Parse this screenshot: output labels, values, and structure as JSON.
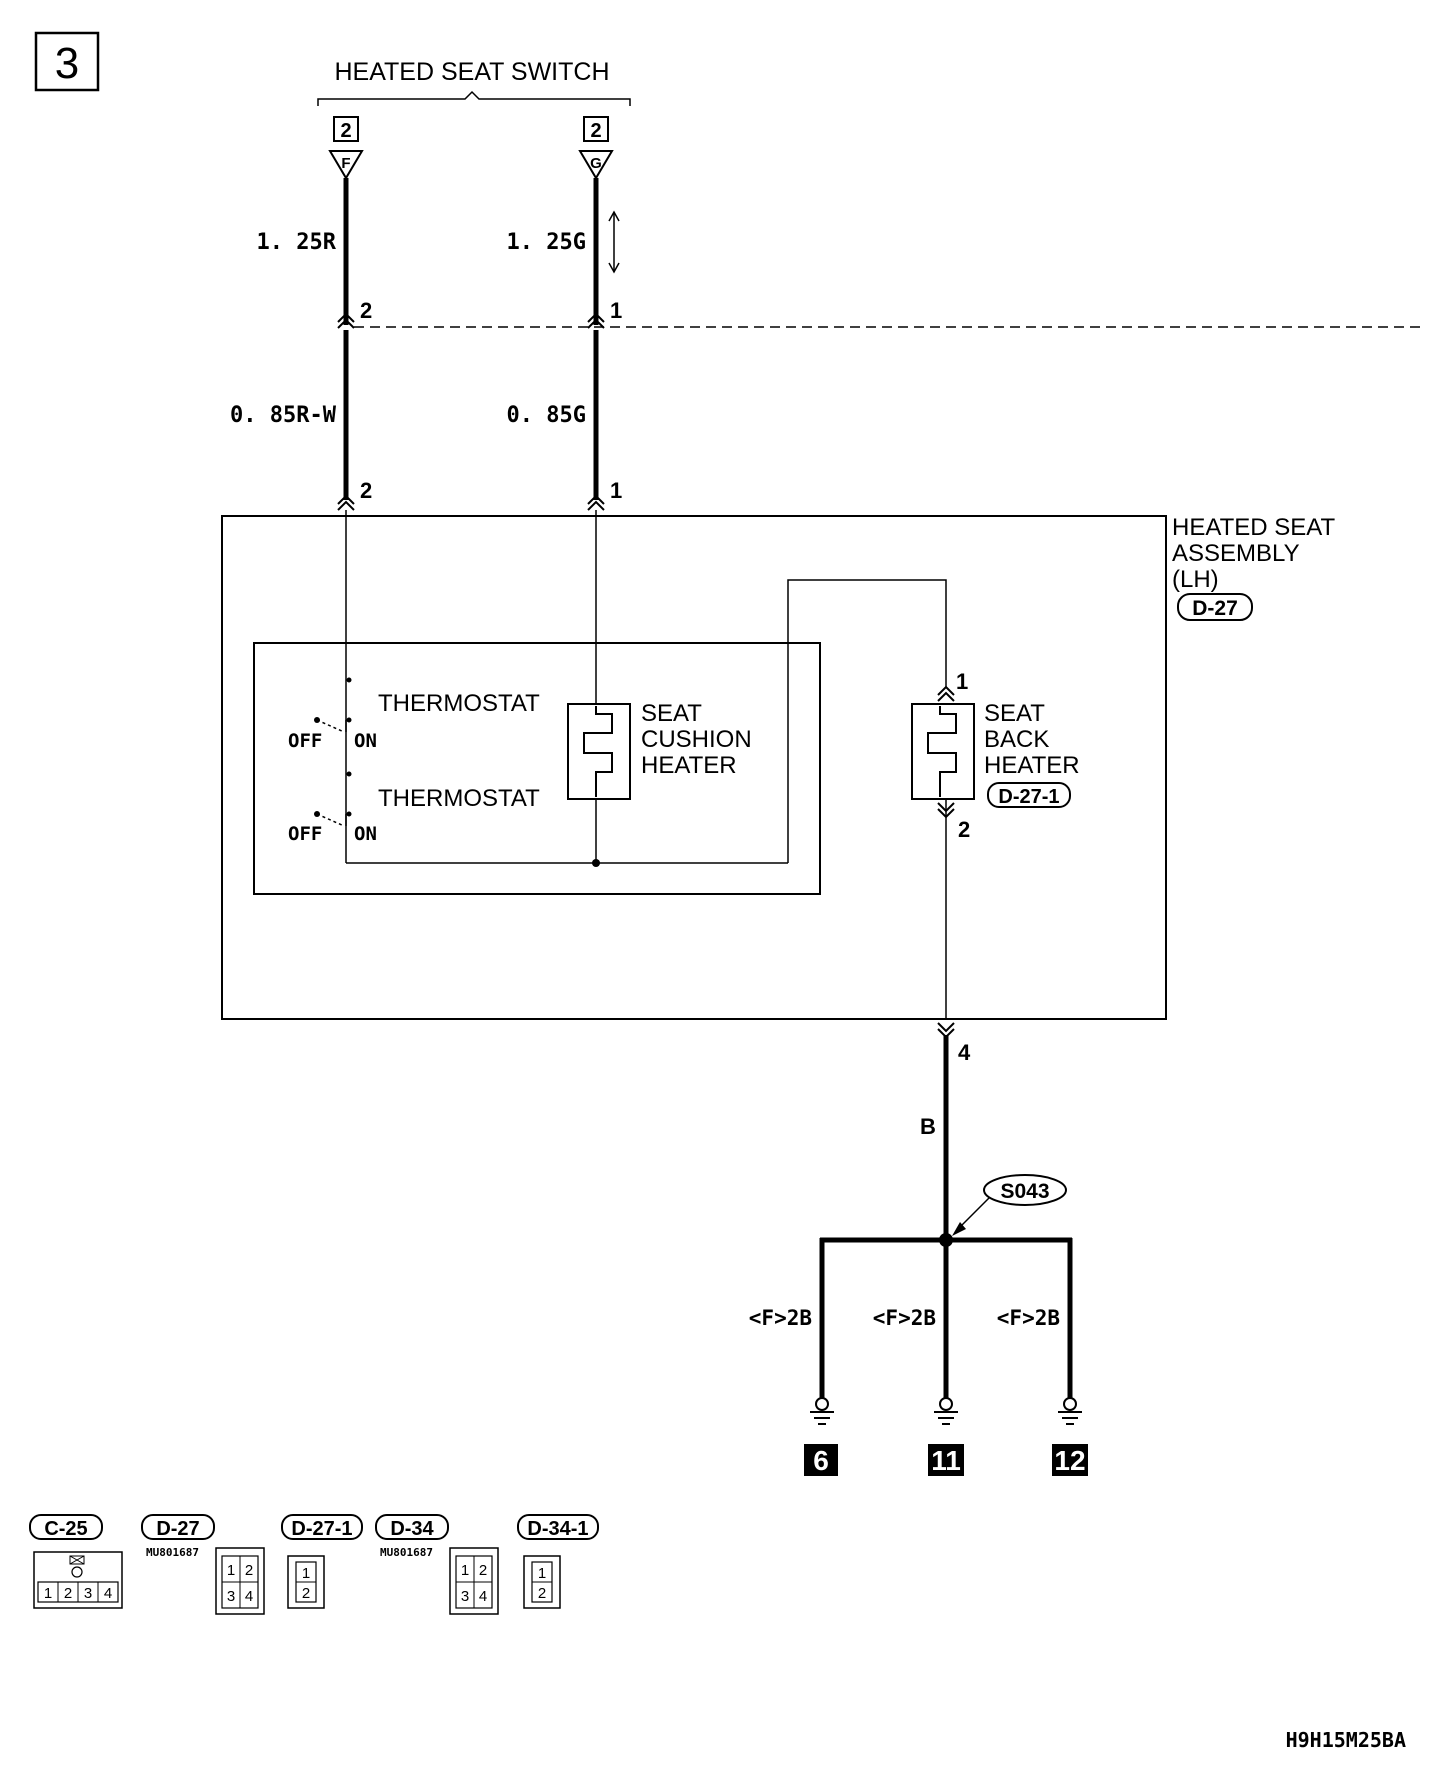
{
  "page_number": "3",
  "switch": {
    "title": "HEATED SEAT SWITCH",
    "left_connector": {
      "box": "2",
      "pin": "F"
    },
    "right_connector": {
      "box": "2",
      "pin": "G"
    }
  },
  "wires": {
    "left_upper": "1. 25R",
    "right_upper": "1. 25G",
    "left_lower": "0. 85R-W",
    "right_lower": "0. 85G",
    "ground_wire": "B",
    "branch_left": "<F>2B",
    "branch_mid": "<F>2B",
    "branch_right": "<F>2B"
  },
  "pins": {
    "left_joint": "2",
    "right_joint": "1",
    "left_assy": "2",
    "right_assy": "1",
    "back_top": "1",
    "back_bottom": "2",
    "assy_out": "4"
  },
  "assembly": {
    "title_1": "HEATED SEAT",
    "title_2": "ASSEMBLY",
    "title_3": "(LH)",
    "connector": "D-27"
  },
  "components": {
    "thermostat_1": "THERMOSTAT",
    "thermostat_2": "THERMOSTAT",
    "off_1": "OFF",
    "on_1": "ON",
    "off_2": "OFF",
    "on_2": "ON",
    "cushion_1": "SEAT",
    "cushion_2": "CUSHION",
    "cushion_3": "HEATER",
    "back_1": "SEAT",
    "back_2": "BACK",
    "back_3": "HEATER",
    "back_connector": "D-27-1"
  },
  "splice": "S043",
  "grounds": [
    "6",
    "11",
    "12"
  ],
  "connector_legend": [
    {
      "name": "C-25",
      "part": "",
      "pins": [
        "1",
        "2",
        "3",
        "4"
      ]
    },
    {
      "name": "D-27",
      "part": "MU801687",
      "pins": [
        "1",
        "2",
        "3",
        "4"
      ]
    },
    {
      "name": "D-27-1",
      "part": "",
      "pins": [
        "1",
        "2"
      ]
    },
    {
      "name": "D-34",
      "part": "MU801687",
      "pins": [
        "1",
        "2",
        "3",
        "4"
      ]
    },
    {
      "name": "D-34-1",
      "part": "",
      "pins": [
        "1",
        "2"
      ]
    }
  ],
  "figure_code": "H9H15M25BA"
}
